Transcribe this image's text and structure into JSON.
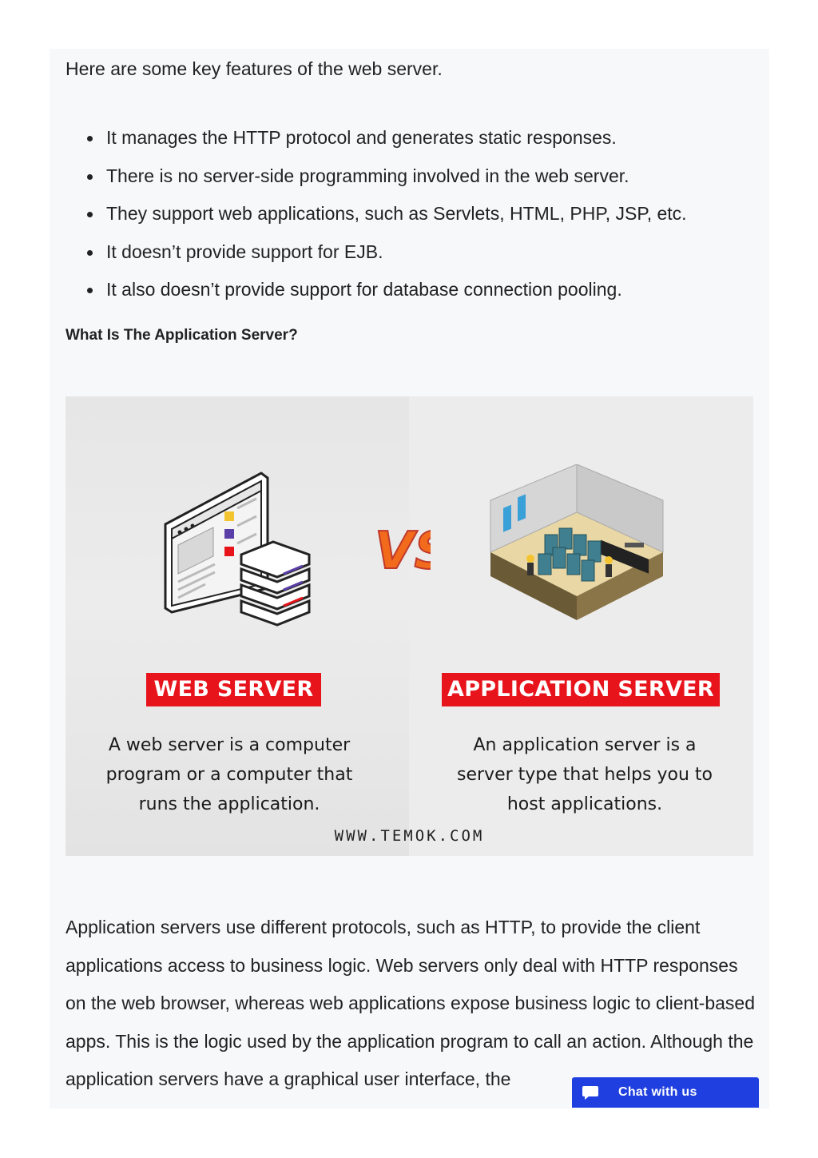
{
  "intro": "Here are some key features of the web server.",
  "features": [
    "It manages the HTTP protocol and generates static responses.",
    "There is no server-side programming involved in the web server.",
    "They support web applications, such as Servlets, HTML, PHP, JSP, etc.",
    "It doesn’t provide support for EJB.",
    "It also doesn’t provide support for database connection pooling."
  ],
  "subhead": "What Is The Application Server?",
  "figure": {
    "vs_text": "VS",
    "web_label": "WEB SERVER",
    "app_label": "APPLICATION SERVER",
    "web_desc": "A web server is a computer\nprogram or a computer that\nruns the application.",
    "app_desc": "An application server is a\nserver type that helps you to\nhost applications.",
    "site": "WWW.TEMOK.COM",
    "colors": {
      "label_bg": "#e8141c",
      "vs_orange": "#f26a1b"
    }
  },
  "body_text": "Application servers use different protocols, such as HTTP, to provide the client applications access to business logic. Web servers only deal with HTTP responses on the web browser, whereas web applications expose business logic to client-based apps. This is the logic used by the application program to call an action. Although the application servers have a graphical user interface, the",
  "chat": {
    "label": "Chat with us",
    "icon": "chat-bubble-icon",
    "color": "#1f3fe0"
  }
}
